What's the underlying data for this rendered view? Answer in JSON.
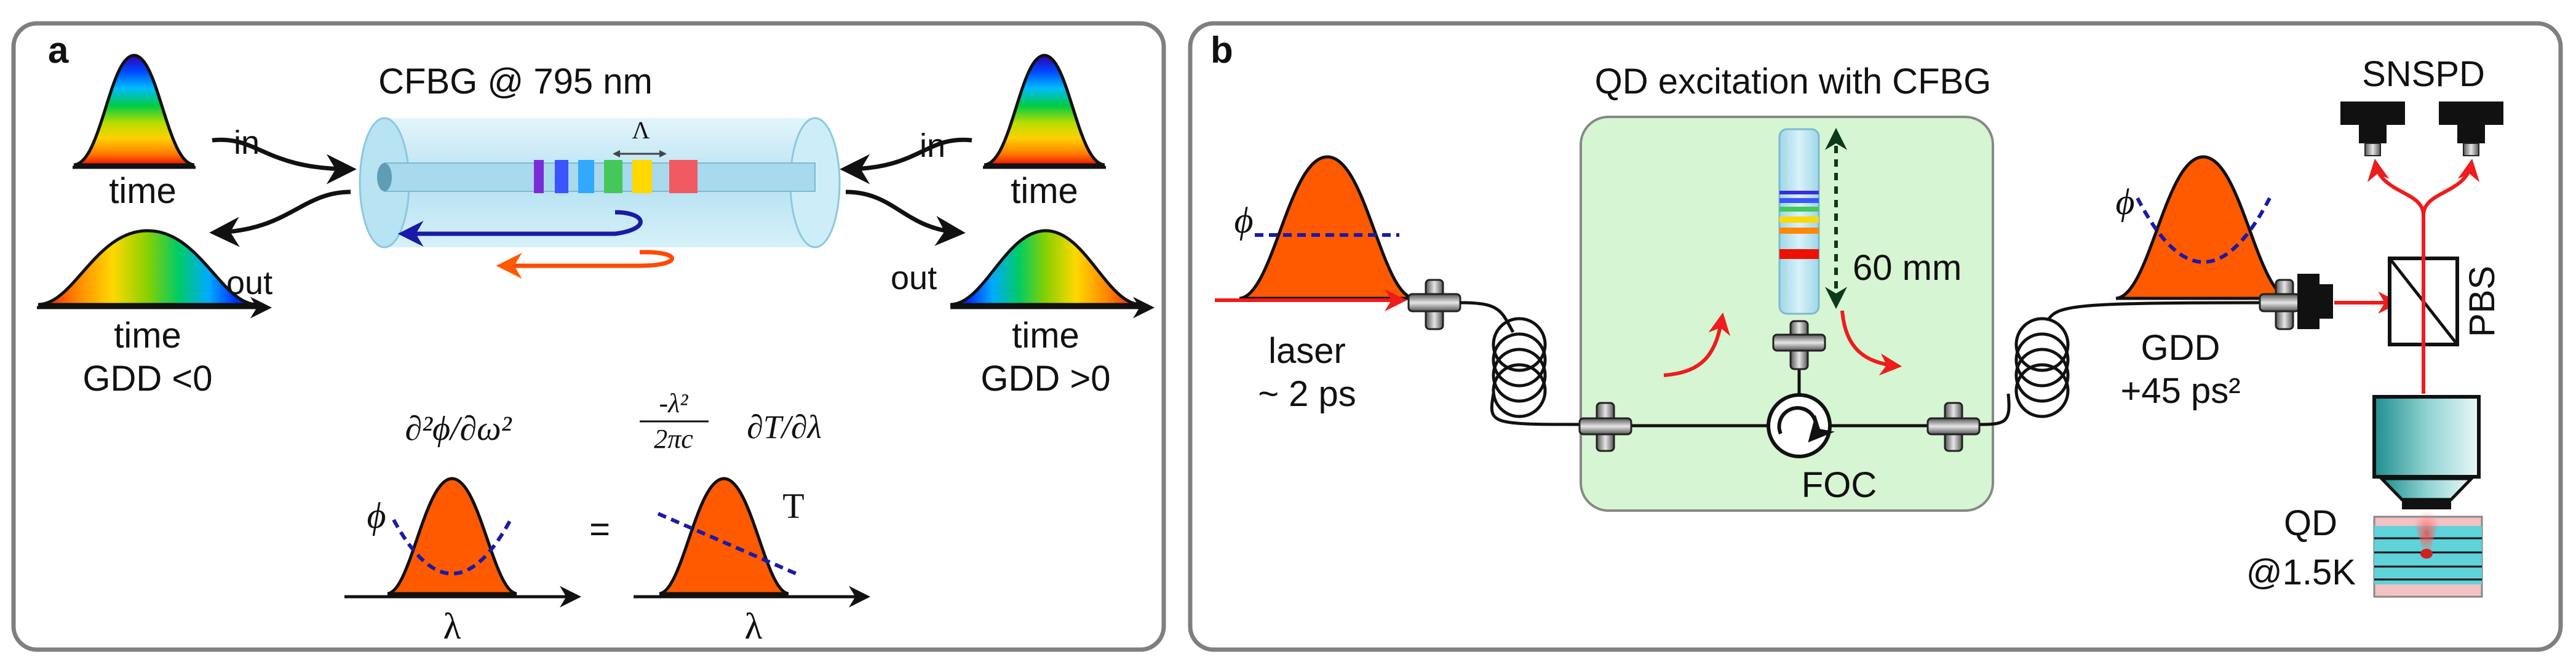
{
  "panel_a": {
    "letter": "a",
    "title": "CFBG @ 795 nm",
    "period_symbol": "Λ",
    "in_label_left": "in",
    "out_label_left": "out",
    "in_label_right": "in",
    "out_label_right": "out",
    "time_label": "time",
    "gdd_negative": "GDD <0",
    "gdd_positive": "GDD >0",
    "eq_left": "∂²ϕ/∂ω²",
    "eq_right_num": "-λ²",
    "eq_right_den": "2πc",
    "eq_right_tail": "∂T/∂λ",
    "equals": "=",
    "phi": "ϕ",
    "T": "T",
    "lambda": "λ"
  },
  "panel_b": {
    "letter": "b",
    "title": "QD excitation with CFBG",
    "length": "60 mm",
    "snspd": "SNSPD",
    "pbs": "PBS",
    "laser_line1": "laser",
    "laser_line2": "~ 2 ps",
    "gdd_line1": "GDD",
    "gdd_line2": "+45 ps²",
    "foc": "FOC",
    "qd_line1": "QD",
    "qd_line2": "@1.5K",
    "phi": "ϕ"
  },
  "colors": {
    "pulse_orange": "#ff5a00",
    "phase_blue": "#1a1aa8",
    "laser_red": "#ee1c1c",
    "green_box": "#d6f5d2",
    "fiber_blue": "#b8e2f2",
    "frame_gray": "#808080",
    "rainbow": [
      "#3300aa",
      "#0033ff",
      "#00bbff",
      "#00cc44",
      "#aadd00",
      "#ffd800",
      "#ff8800",
      "#ee1100"
    ]
  }
}
